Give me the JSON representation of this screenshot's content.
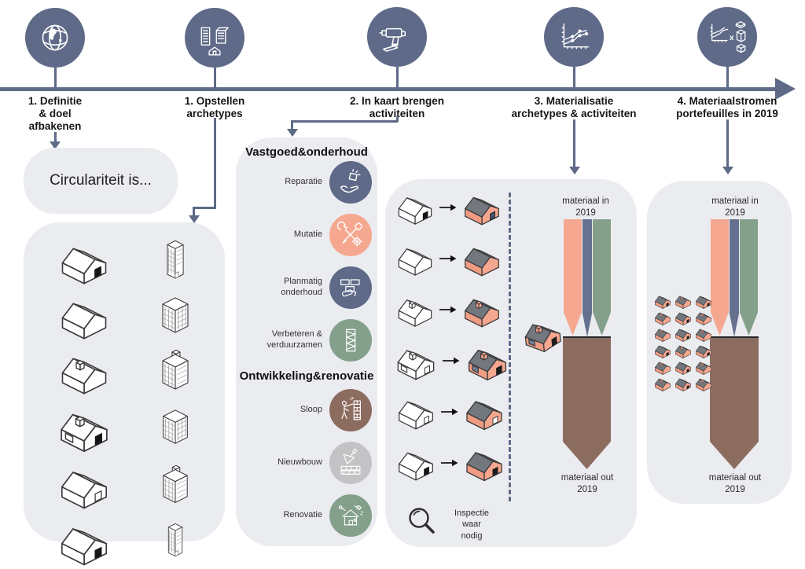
{
  "colors": {
    "accent_blue": "#5e6a88",
    "salmon": "#f6a78f",
    "green": "#84a08b",
    "brown": "#8d6c60",
    "gray": "#c3c3c6",
    "panel_bg": "#ebecf0",
    "roof_gray": "#73787f"
  },
  "timeline": {
    "steps": [
      {
        "label": "1. Definitie\n& doel\nafbakenen",
        "icon": "globe-icon"
      },
      {
        "label": "1. Opstellen\narchetypes",
        "icon": "buildings-icon"
      },
      {
        "label": "2. In kaart brengen\nactiviteiten",
        "icon": "drill-icon"
      },
      {
        "label": "3. Materialisatie\narchetypes & activiteiten",
        "icon": "line-chart-icon"
      },
      {
        "label": "4. Materiaalstromen\nportefeuilles in 2019",
        "icon": "chart-times-portfolio-icon"
      }
    ]
  },
  "definition_box": {
    "text": "Circulariteit is..."
  },
  "vastgoed_panel": {
    "title1": "Vastgoed&onderhoud",
    "items1": [
      {
        "label": "Reparatie",
        "icon": "repair-hand-icon",
        "color": "#5e6a88"
      },
      {
        "label": "Mutatie",
        "icon": "wrench-screwdriver-icon",
        "color": "#f6a78f"
      },
      {
        "label": "Planmatig\nonderhoud",
        "icon": "bricks-roller-icon",
        "color": "#5e6a88"
      },
      {
        "label": "Verbeteren &\nverduurzamen",
        "icon": "insulation-icon",
        "color": "#84a08b"
      },
      {
        "label": "Sloop",
        "icon": "demolition-icon",
        "color": "#8d6c60"
      },
      {
        "label": "Nieuwbouw",
        "icon": "trowel-bricks-icon",
        "color": "#c3c3c6"
      },
      {
        "label": "Renovatie",
        "icon": "house-tools-icon",
        "color": "#84a08b"
      }
    ],
    "title2": "Ontwikkeling&renovatie"
  },
  "activities_panel": {
    "material_in": "materiaal in\n2019",
    "material_out": "materiaal out\n2019",
    "inspection": "Inspectie\nwaar\nnodig"
  },
  "portfolio_panel": {
    "material_in": "materiaal in\n2019",
    "material_out": "materiaal out\n2019"
  }
}
